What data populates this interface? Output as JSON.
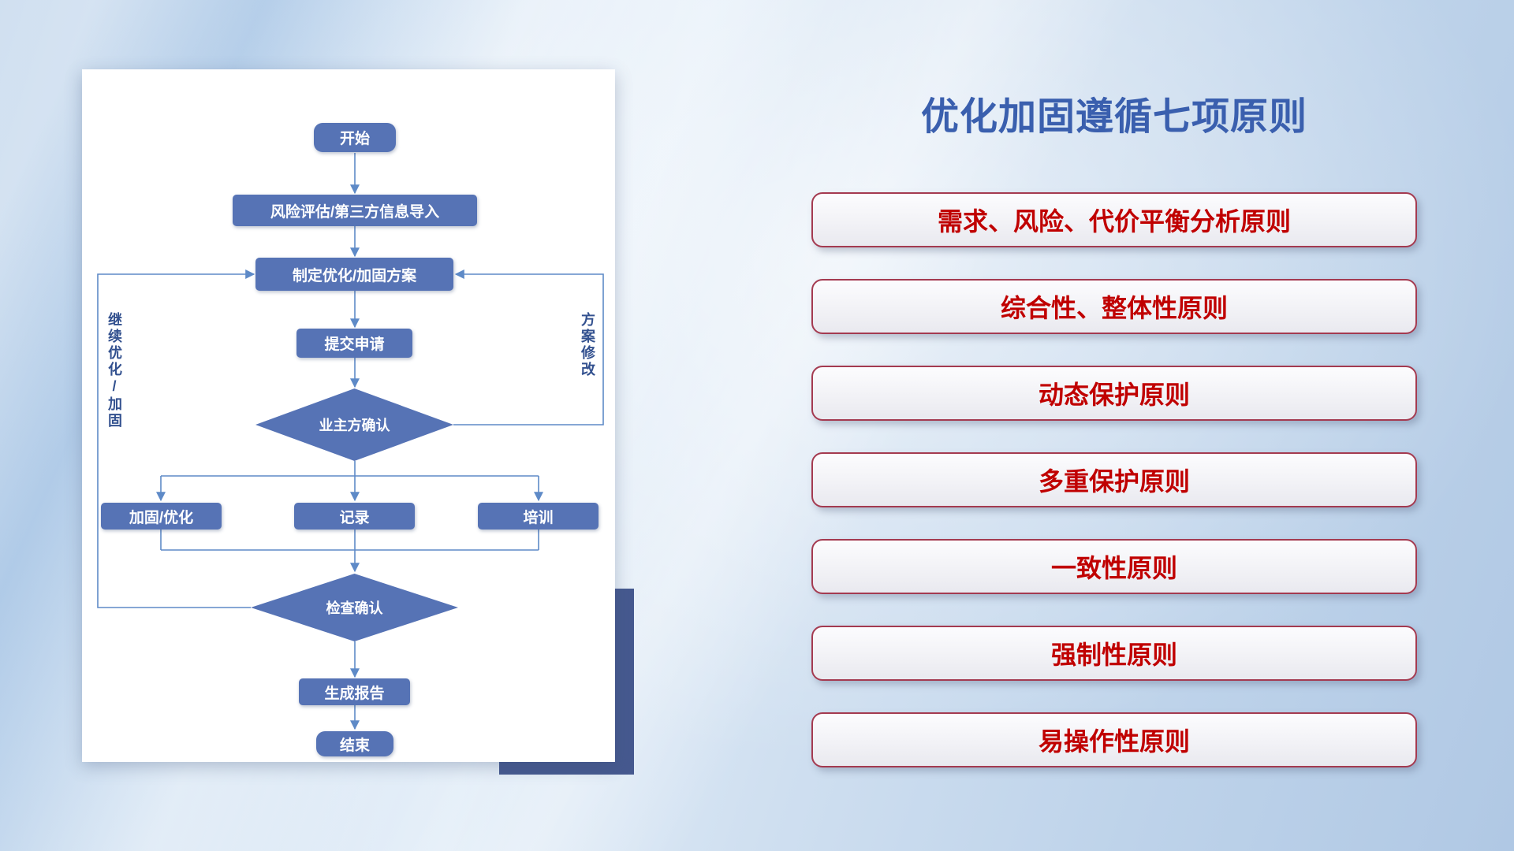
{
  "title": "优化加固遵循七项原则",
  "flowchart": {
    "nodes": {
      "start": "开始",
      "risk_import": "风险评估/第三方信息导入",
      "plan": "制定优化/加固方案",
      "submit": "提交申请",
      "owner_confirm": "业主方确认",
      "reinforce": "加固/优化",
      "record": "记录",
      "training": "培训",
      "check_confirm": "检查确认",
      "report": "生成报告",
      "end": "结束"
    },
    "labels": {
      "continue_loop": "继续优化/加固",
      "modify_loop": "方案修改"
    }
  },
  "principles": [
    "需求、风险、代价平衡分析原则",
    "综合性、整体性原则",
    "动态保护原则",
    "多重保护原则",
    "一致性原则",
    "强制性原则",
    "易操作性原则"
  ],
  "colors": {
    "title-blue": "#3a5fae",
    "node-blue": "#5673b5",
    "connector-blue": "#5e8ac7",
    "principle-red": "#c00000",
    "principle-border": "#a43a50",
    "shadow-navy": "#46598f"
  }
}
